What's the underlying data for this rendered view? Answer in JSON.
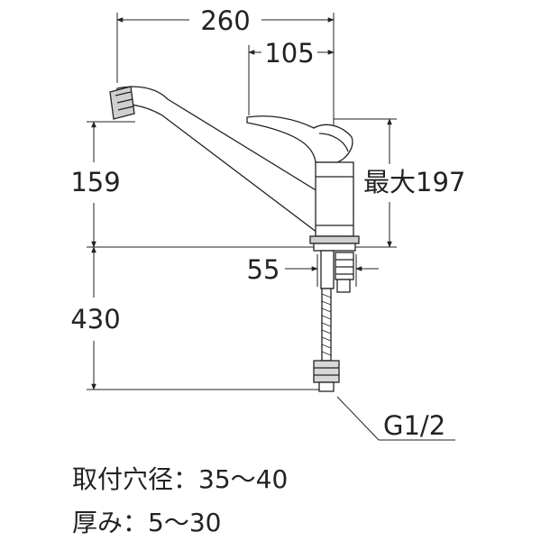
{
  "dimensions": {
    "overall_width": "260",
    "lever_offset": "105",
    "spout_height": "159",
    "max_height": "最大197",
    "hose_length": "430",
    "shank_offset": "55",
    "connection_thread": "G1/2"
  },
  "notes": {
    "mounting_hole": "取付穴径：35～40",
    "thickness": "厚み：5～30"
  }
}
